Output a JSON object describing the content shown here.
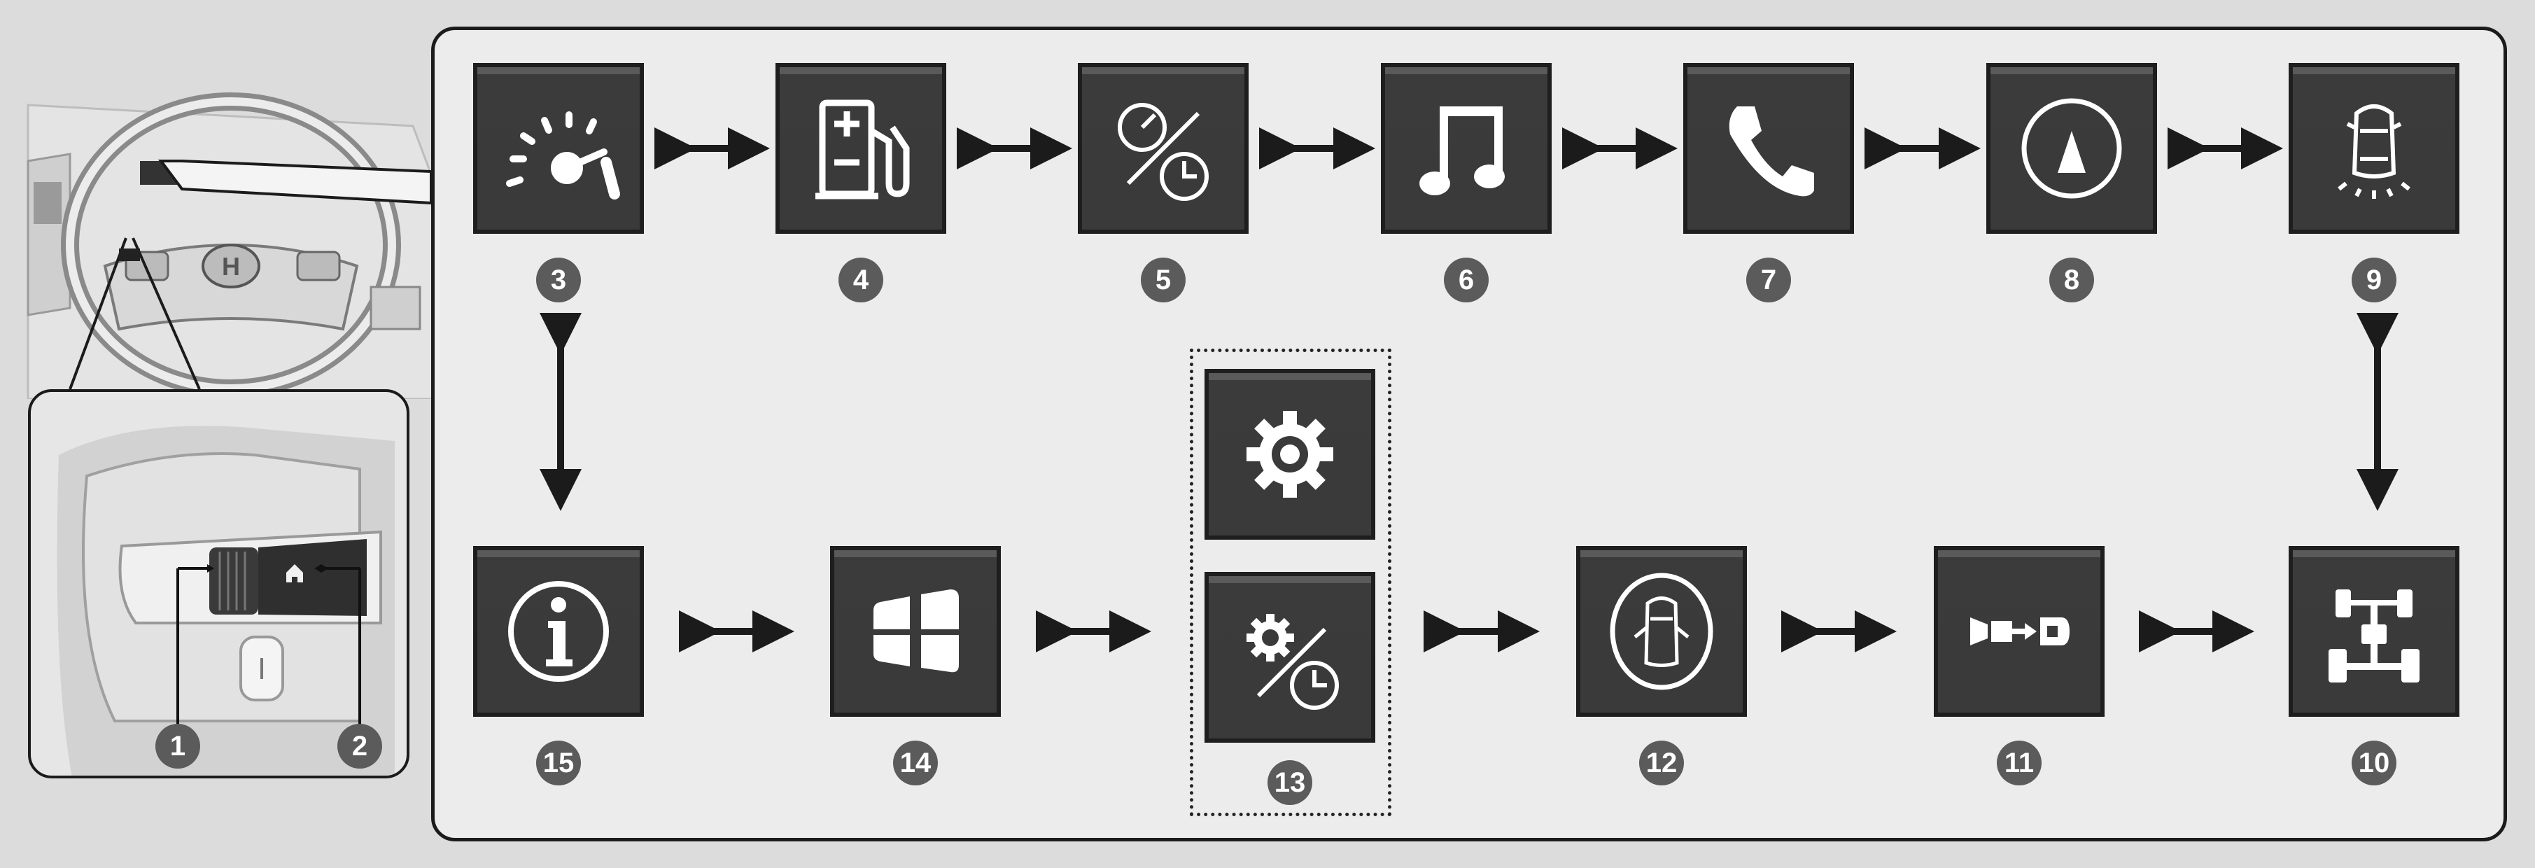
{
  "figure": {
    "inset_callouts": [
      "1",
      "2"
    ],
    "screens": [
      {
        "number": "3",
        "icon": "speedometer-icon"
      },
      {
        "number": "4",
        "icon": "fuel-pump-icon"
      },
      {
        "number": "5",
        "icon": "trip-meter-icon"
      },
      {
        "number": "6",
        "icon": "music-note-icon"
      },
      {
        "number": "7",
        "icon": "phone-icon"
      },
      {
        "number": "8",
        "icon": "compass-icon"
      },
      {
        "number": "9",
        "icon": "vehicle-sensors-icon"
      },
      {
        "number": "10",
        "icon": "awd-drivetrain-icon"
      },
      {
        "number": "11",
        "icon": "seatbelt-icon"
      },
      {
        "number": "12",
        "icon": "door-open-icon"
      },
      {
        "number": "13",
        "icon": "settings-gear-icon",
        "icon2": "settings-clock-icon"
      },
      {
        "number": "14",
        "icon": "split-screen-icon"
      },
      {
        "number": "15",
        "icon": "info-icon"
      }
    ]
  },
  "colors": {
    "tile_border": "#1e1e1e",
    "tile_face": "#3a3a3a",
    "badge": "#5b5b5b",
    "line": "#1b1b1b"
  }
}
